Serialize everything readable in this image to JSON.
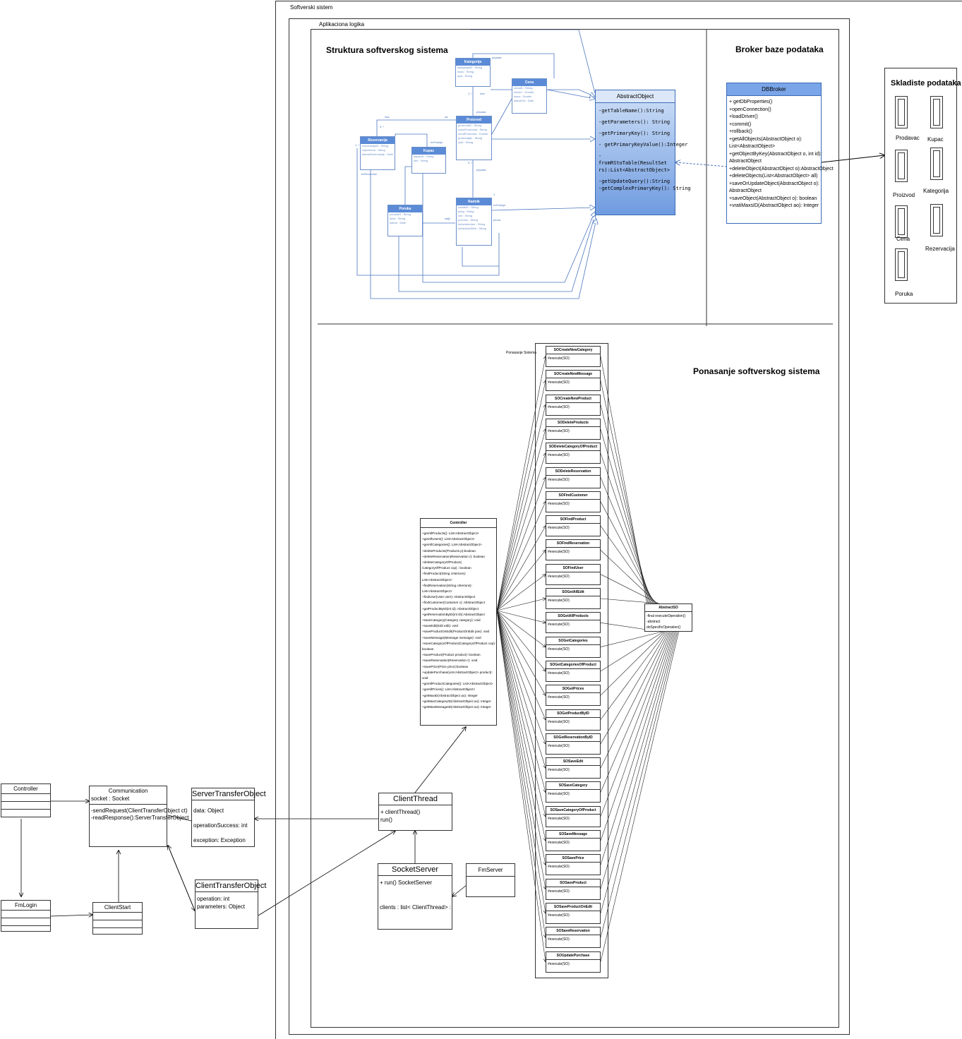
{
  "outer": {
    "label": "Softverski sistem"
  },
  "app_logic": {
    "label": "Aplikaciona logika"
  },
  "structure": {
    "title": "Struktura softverskog sistema",
    "classes": [
      {
        "name": "Kategorija",
        "attrs": [
          "kategorijaID : String",
          "naziv : String",
          "opis : String"
        ]
      },
      {
        "name": "Cena",
        "attrs": [
          "cenaID : String",
          "iznosC : Double",
          "iznos : Double",
          "datumOd : Date"
        ]
      },
      {
        "name": "Proizvod",
        "attrs": [
          "proizvodID : String",
          "nazivProizvoda : String",
          "cenaProizvoda : Double",
          "proizvodjac : String",
          "opis : String"
        ]
      },
      {
        "name": "Rezervacija",
        "attrs": [
          "rezervacijaID : String",
          "napomena : String",
          "datumRezervacije : Date"
        ]
      },
      {
        "name": "Kupac",
        "attrs": [
          "kupacID : String",
          "ime : String"
        ]
      },
      {
        "name": "Poruka",
        "attrs": [
          "porukaID : String",
          "tekst : String",
          "datum : Date"
        ]
      },
      {
        "name": "Radnik",
        "attrs": [
          "radnikID : String",
          "jmbg : String",
          "ime : String",
          "prezime : String",
          "korisnickoIme : String",
          "korisnickaSifra : String"
        ]
      }
    ],
    "assoc_labels": [
      "pripada",
      "ima",
      "pripada",
      "ima",
      "sa",
      "evPosluje",
      "0..*",
      "1..*",
      "0..*",
      "pripada",
      "1",
      "1..*",
      "evPosluje",
      "evRezervise",
      "salje",
      "prima",
      "1",
      "1",
      "1..*"
    ]
  },
  "abstract_object": {
    "name": "AbstractObject",
    "methods": [
      "-getTableName():String",
      "-getParameters(): String",
      "-getPrimaryKey(): String",
      "- getPrimaryKeyValue():Integer",
      "-fromRStoTable(ResultSet rs):List<AbstractObject>",
      "-getUpdateQuery():String",
      "-getComplexPrimaryKey(): String"
    ]
  },
  "broker": {
    "title": "Broker baze podataka",
    "name": "DBBroker",
    "methods": [
      "+ getDbProperties()",
      "+openConnection()",
      "+loadDriver()",
      "+commit()",
      "+rollback()",
      "+getAllObjects(AbstractObject o):",
      "List<AbstractObject>",
      "+getObjectByKey(AbstractObject o, int id):",
      "AbstractObject",
      "+deleteObject(AbstractObject o):AbstractObject",
      "+deleteObjects(List<AbstractObject> all)",
      "+saveOrUpdateObject(AbstractObject o):",
      "AbstractObject",
      "+saveObject(AbstractObject o): boolean",
      "+vratiMaxsID(AbstractObject ao): Integer"
    ]
  },
  "storage": {
    "title": "Skladiste podataka",
    "tables": [
      "Prodavac",
      "Kupac",
      "Proizvod",
      "Kategorija",
      "Cena",
      "Rezervacija",
      "Poruka"
    ]
  },
  "behavior": {
    "title": "Ponasanje softverskog sistema",
    "subtitle": "Ponasanje Sistema",
    "so_method": "#execute(SO)",
    "so_list": [
      "SOCreateNewCategory",
      "SOCreateNewMessage",
      "SOCreateNewProduct",
      "SODeleteProducts",
      "SODeleteCategoryOfProduct",
      "SODeleteReservation",
      "SOFindCustomer",
      "SOFindProduct",
      "SOFindReservation",
      "SOFindUser",
      "SOGetAllEdit",
      "SOGetAllProducts",
      "SOGetCategories",
      "SOGetCategoriesOfProduct",
      "SOGetPrices",
      "SOGetProductByID",
      "SOGetReservationByID",
      "SOSaveEdit",
      "SOSaveCategory",
      "SOSaveCategoryOfProduct",
      "SOSaveMessage",
      "SOSavePrice",
      "SOSaveProduct",
      "SOSaveProductOnEdit",
      "SOSaveReservation",
      "SOUpdatePurchase"
    ],
    "abstract_so": {
      "name": "AbstractSO",
      "methods": [
        "-final executeOperation()",
        "-abstract doSpecificOperation()"
      ]
    },
    "controller": {
      "name": "Controller",
      "methods": [
        "+getAllProducts(): List<AbstractObject>",
        "+getAllUsers(): List<AbstractObject>",
        "+getAllCategories(): List<AbstractObject>",
        "+deleteProducts(Products p):boolean",
        "+deleteReservation(Reservation r): boolean",
        "+deleteCategoryOfProduct(",
        "CategoryOfProduct cop) : boolean",
        "+findProduct(String criterions):",
        "List<AbstractObject>",
        "+findReservation(String criterions):",
        "List<AbstractObject>",
        "+findUser(User user): AbstractObject",
        "+findCustomer(Customer c): AbstractObject",
        "+getProductByID(int id): AbstractObject",
        "+getReservationByID(int ID):AbstractObject",
        "+saveCategory(Category category): void",
        "+saveEdit(Edit edit): void",
        "+saveProductOnEdit(ProductOnEdit poe): void",
        "+saveMessage(Message message): void",
        "+saveCategoryOfProduct(CategoryOfProduct cop):",
        "boolean",
        "+saveProduct(Product product): boolean",
        "+saveReservation(Reservation r): void",
        "+savePrice(Price price):boolean",
        "+updatePurchase(List<AbstractObject> product):",
        "void",
        "+getAllProductCategories(): List<AbstractObject>",
        "+getAllPrices(): List<AbstractObject>",
        "+getMaxID(AbstractObject ao): Integer",
        "+getMaxCategoryID(AbstractObject ao): Integer",
        "+getMaxMessageID(AbstractObject ao): Integer"
      ]
    }
  },
  "client": {
    "controller": {
      "name": "Controller"
    },
    "communication": {
      "name": "Communication",
      "attrs": [
        "socket : Socket"
      ],
      "methods": [
        "-sendRequest(ClientTransferObject ct)",
        "-readResponse():ServerTransferObject"
      ]
    },
    "fmlogin": {
      "name": "FmLogin"
    },
    "clientstart": {
      "name": "ClientStart"
    },
    "server_to": {
      "name": "ServerTransferObject",
      "attrs": [
        "data: Object",
        "operationSuccess: int",
        "exception: Exception"
      ]
    },
    "client_to": {
      "name": "ClientTransferObject",
      "attrs": [
        "operation: int",
        "parameters: Object"
      ]
    }
  },
  "server": {
    "client_thread": {
      "name": "ClientThread",
      "methods": [
        "+ clientThread()",
        "run()"
      ]
    },
    "socket_server": {
      "name": "SocketServer",
      "methods": [
        "+ run() SocketServer"
      ],
      "attrs": [
        "clients : list< ClientThread> :"
      ]
    },
    "fmserver": {
      "name": "FmServer"
    }
  }
}
